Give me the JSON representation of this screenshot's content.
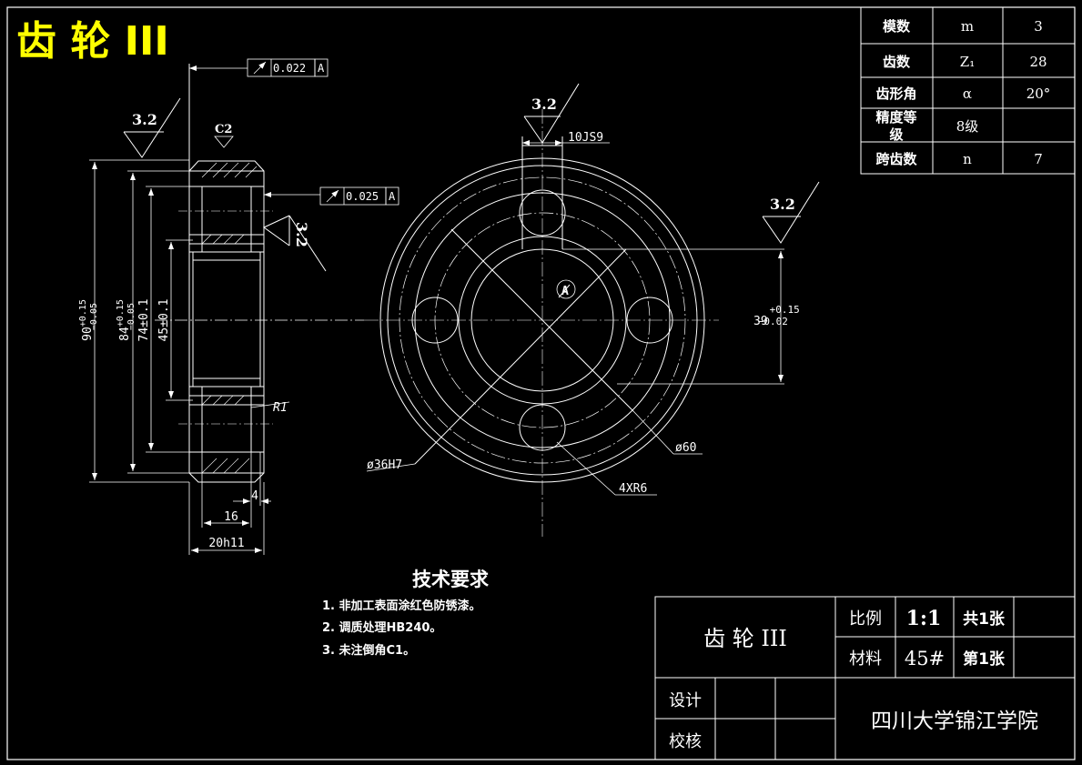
{
  "title": "齿 轮 III",
  "params": [
    {
      "label": "模数",
      "symbol": "m",
      "value": "3"
    },
    {
      "label": "齿数",
      "symbol": "Z₁",
      "value": "28"
    },
    {
      "label": "齿形角",
      "symbol": "α",
      "value": "20°"
    },
    {
      "label_line1": "精度等",
      "label_line2": "级",
      "symbol": "8级",
      "value": ""
    },
    {
      "label": "跨齿数",
      "symbol": "n",
      "value": "7"
    }
  ],
  "dims": {
    "tol1": "0.022",
    "tol2": "0.025",
    "datum": "A",
    "rough": "3.2",
    "chamfer": "C2",
    "key": "10JS9",
    "d90": "90",
    "d90_tol_up": "+0.15",
    "d90_tol_dn": "−0.05",
    "d84": "84",
    "d84_tol_up": "+0.15",
    "d84_tol_dn": "−0.05",
    "d74": "74±0.1",
    "d45": "45±0.1",
    "r1": "R1",
    "w4": "4",
    "w16": "16",
    "w20": "20h11",
    "d39": "39",
    "d39_tol_up": "+0.15",
    "d39_tol_dn": "−0.02",
    "phi36": "ø36H7",
    "phi60": "ø60",
    "holes": "4XR6",
    "datum_marker": "A"
  },
  "tech": {
    "heading": "技术要求",
    "items": [
      "1. 非加工表面涂红色防锈漆。",
      "2. 调质处理HB240。",
      "3. 未注倒角C1。"
    ]
  },
  "titleblock": {
    "name": "齿 轮 III",
    "scale_label": "比例",
    "scale_value": "1:1",
    "sheets_total": "共1张",
    "material_label": "材料",
    "material_value": "45#",
    "sheet_no": "第1张",
    "design_label": "设计",
    "check_label": "校核",
    "school": "四川大学锦江学院"
  },
  "colors": {
    "title": "#ffff00",
    "lines": "#ffffff",
    "bg": "#000000"
  }
}
